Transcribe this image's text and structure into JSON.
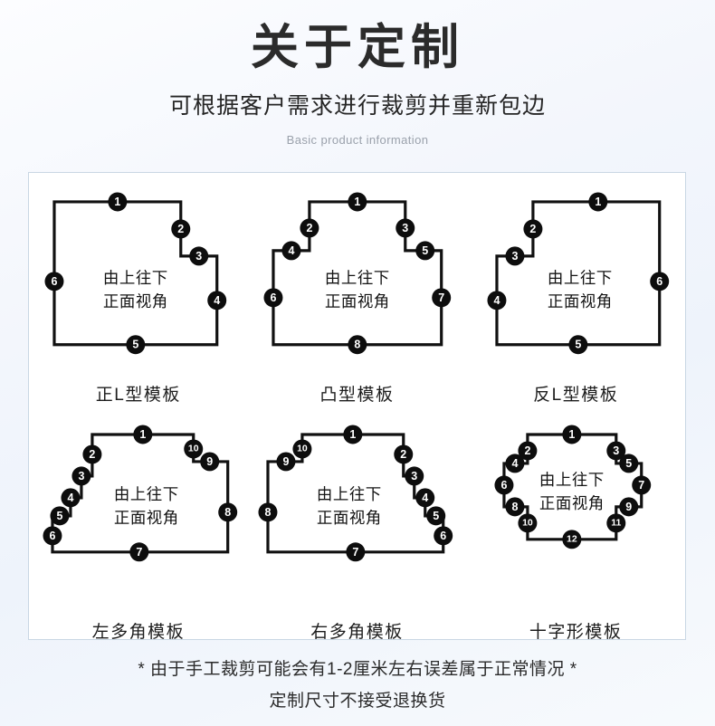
{
  "header": {
    "title": "关于定制",
    "subtitle": "可根据客户需求进行裁剪并重新包边",
    "eyebrow": "Basic product information"
  },
  "panel": {
    "inner_label_line1": "由上往下",
    "inner_label_line2": "正面视角",
    "shapes": [
      {
        "id": "forward-l",
        "caption": "正L型模板",
        "edge_count": 6,
        "badges": [
          "1",
          "2",
          "3",
          "4",
          "5",
          "6"
        ]
      },
      {
        "id": "convex",
        "caption": "凸型模板",
        "edge_count": 8,
        "badges": [
          "1",
          "2",
          "3",
          "4",
          "5",
          "6",
          "7",
          "8"
        ]
      },
      {
        "id": "reverse-l",
        "caption": "反L型模板",
        "edge_count": 6,
        "badges": [
          "1",
          "2",
          "3",
          "4",
          "5",
          "6"
        ]
      },
      {
        "id": "left-multi-angle",
        "caption": "左多角模板",
        "edge_count": 10,
        "badges": [
          "1",
          "2",
          "3",
          "4",
          "5",
          "6",
          "7",
          "8",
          "9",
          "10"
        ]
      },
      {
        "id": "right-multi-angle",
        "caption": "右多角模板",
        "edge_count": 10,
        "badges": [
          "1",
          "2",
          "3",
          "4",
          "5",
          "6",
          "7",
          "8",
          "9",
          "10"
        ]
      },
      {
        "id": "cross",
        "caption": "十字形模板",
        "edge_count": 12,
        "badges": [
          "1",
          "2",
          "3",
          "4",
          "5",
          "6",
          "7",
          "8",
          "9",
          "10",
          "11",
          "12"
        ]
      }
    ]
  },
  "footer": {
    "note1": "* 由于手工裁剪可能会有1-2厘米左右误差属于正常情况 *",
    "note2": "定制尺寸不接受退换货"
  },
  "colors": {
    "page_background": "#f3f6fc",
    "panel_background": "#ffffff",
    "panel_border": "#c9d7e4",
    "outline": "#111111",
    "badge_fill": "#0d0d0d",
    "badge_text": "#ffffff",
    "title_text": "#2b2b2b",
    "eyebrow_text": "#9aa1ab"
  }
}
